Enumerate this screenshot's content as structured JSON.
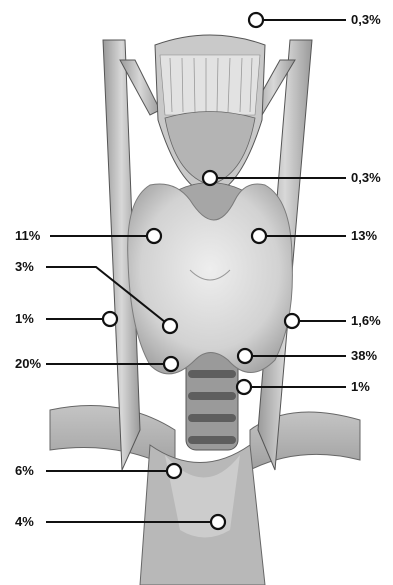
{
  "labels": {
    "top_right": "0,3%",
    "pyramidal_right": "0,3%",
    "upper_left": "11%",
    "upper_right": "13%",
    "mid_left": "3%",
    "lateral_left": "1%",
    "lateral_right": "1,6%",
    "lower_left": "20%",
    "lower_right": "38%",
    "tracheal_right": "1%",
    "mediastinal_left": "6%",
    "mediastinal_bottom": "4%"
  },
  "colors": {
    "line": "#111111",
    "marker_fill": "#ffffff",
    "tissue_light": "#d6d6d6",
    "tissue_mid": "#b3b3b3",
    "tissue_dark": "#8c8c8c"
  }
}
